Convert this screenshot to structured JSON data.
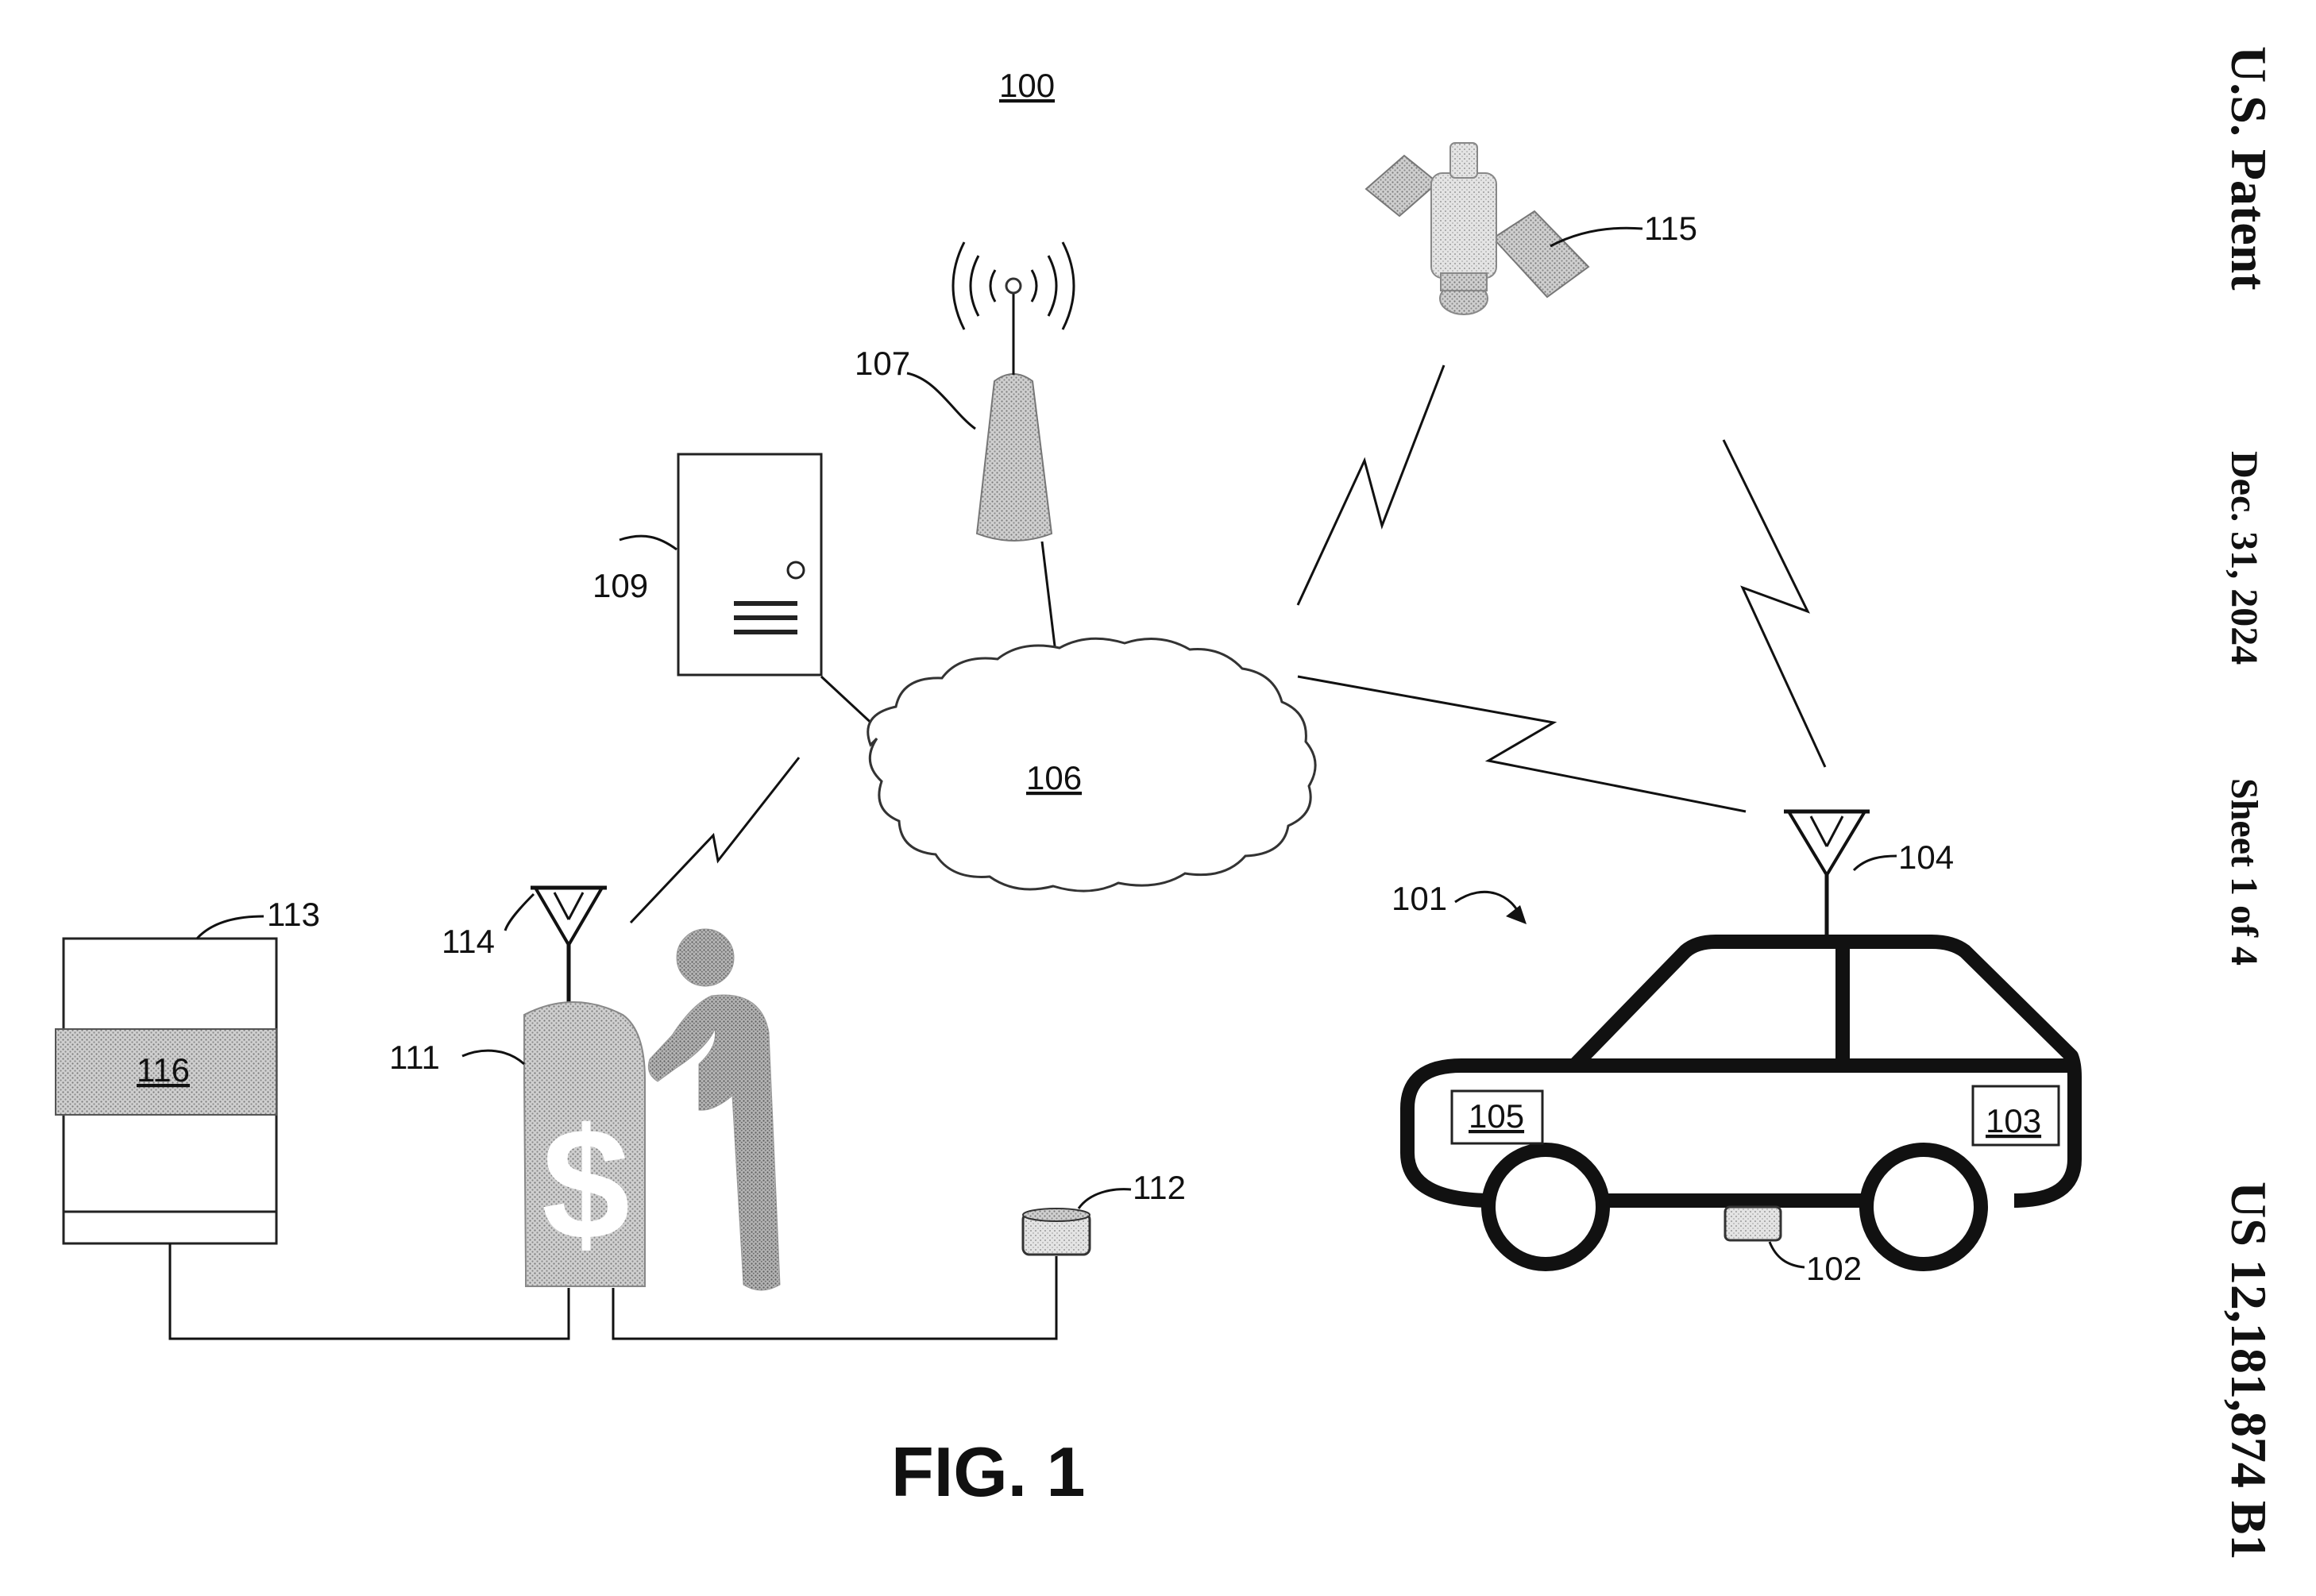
{
  "header": {
    "publisher": "U.S. Patent",
    "date": "Dec. 31, 2024",
    "sheet": "Sheet 1 of 4",
    "patent_number": "US 12,181,874 B1"
  },
  "figure": {
    "caption": "FIG. 1",
    "system_ref": "100",
    "refs": {
      "vehicle": "101",
      "vehicle_sensor": "102",
      "vehicle_module_right": "103",
      "vehicle_antenna": "104",
      "vehicle_module_left": "105",
      "network": "106",
      "tower": "107",
      "server": "109",
      "charger": "111",
      "ground_sensor": "112",
      "cabinet": "113",
      "charger_antenna": "114",
      "satellite": "115",
      "cabinet_band": "116"
    },
    "charger_symbol": "$"
  }
}
